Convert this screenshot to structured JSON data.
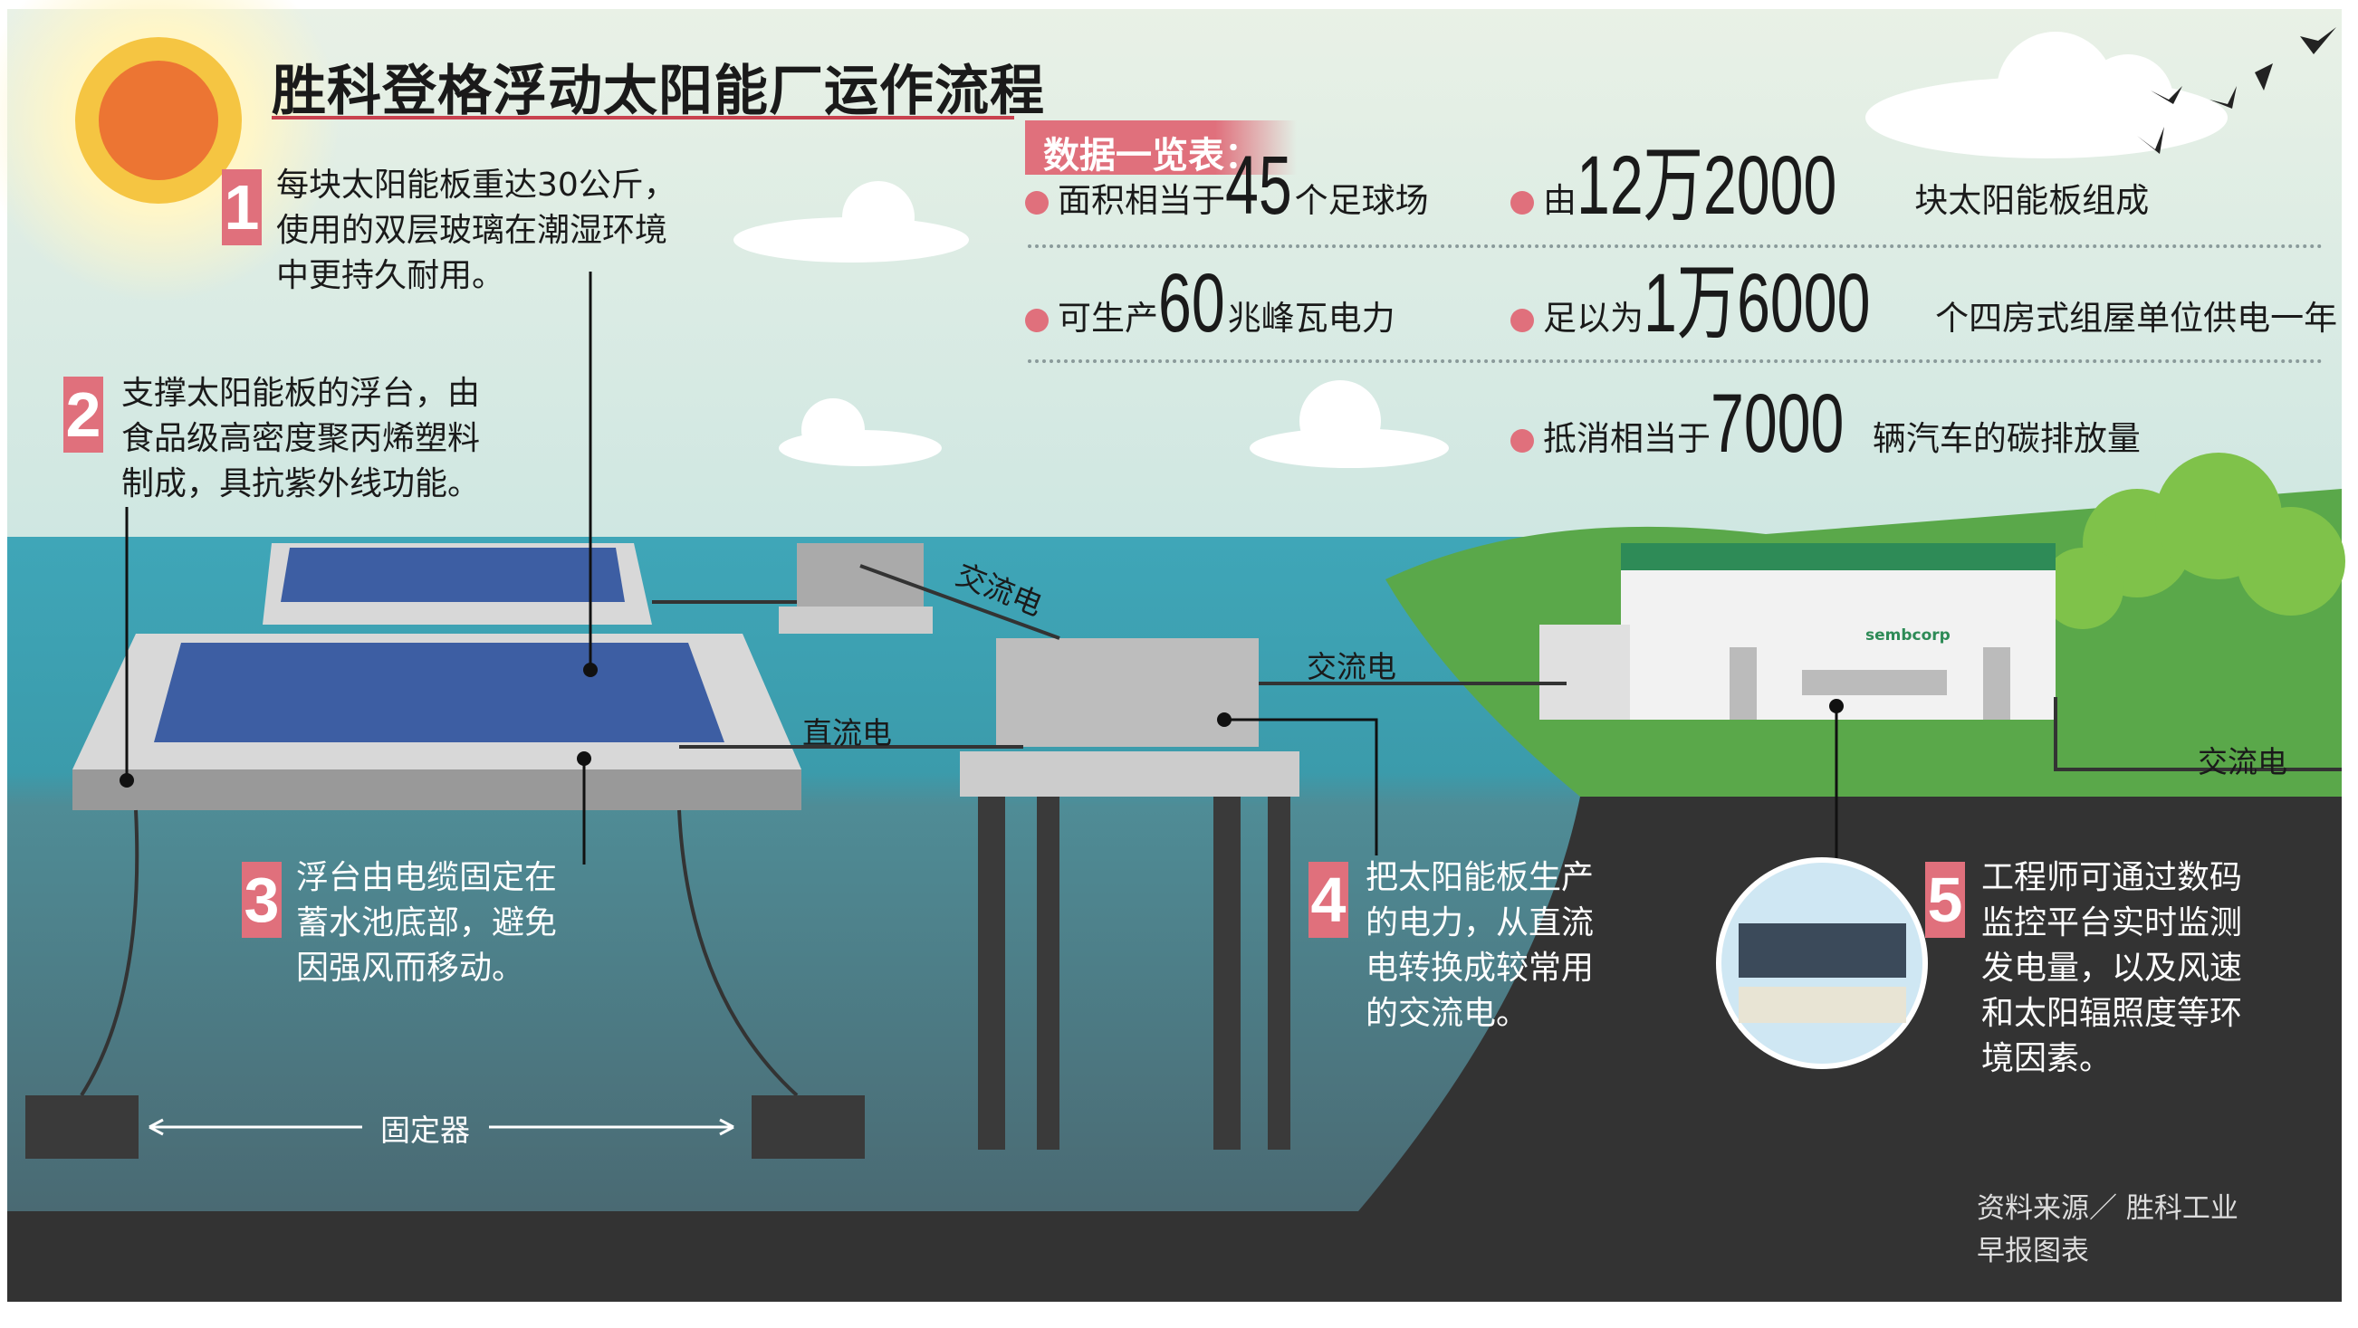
{
  "title": "胜科登格浮动太阳能厂运作流程",
  "data_header": "数据一览表：",
  "stats": [
    {
      "pre": "面积相当于",
      "num": "45",
      "post": "个足球场"
    },
    {
      "pre": "由",
      "num": "12万2000",
      "post": "块太阳能板组成"
    },
    {
      "pre": "可生产",
      "num": "60",
      "post": "兆峰瓦电力"
    },
    {
      "pre": "足以为",
      "num": "1万6000",
      "post": "个四房式组屋单位供电一年"
    },
    {
      "pre": "抵消相当于",
      "num": "7000",
      "post": "辆汽车的碳排放量"
    }
  ],
  "steps": [
    {
      "n": "1",
      "lines": [
        "每块太阳能板重达30公斤，",
        "使用的双层玻璃在潮湿环境",
        "中更持久耐用。"
      ]
    },
    {
      "n": "2",
      "lines": [
        "支撑太阳能板的浮台，由",
        "食品级高密度聚丙烯塑料",
        "制成，具抗紫外线功能。"
      ]
    },
    {
      "n": "3",
      "lines": [
        "浮台由电缆固定在",
        "蓄水池底部，避免",
        "因强风而移动。"
      ]
    },
    {
      "n": "4",
      "lines": [
        "把太阳能板生产",
        "的电力，从直流",
        "电转换成较常用",
        "的交流电。"
      ]
    },
    {
      "n": "5",
      "lines": [
        "工程师可通过数码",
        "监控平台实时监测",
        "发电量，以及风速",
        "和太阳辐照度等环",
        "境因素。"
      ]
    }
  ],
  "labels": {
    "ac1": "交流电",
    "ac2": "交流电",
    "ac3": "交流电",
    "dc": "直流电",
    "anchor": "固定器",
    "brand": "sembcorp"
  },
  "source": [
    "资料来源／ 胜科工业",
    "早报图表"
  ],
  "colors": {
    "accent": "#e0707c",
    "water": "#4fa3b0",
    "land": "#5aa84a",
    "ground": "#333333"
  }
}
